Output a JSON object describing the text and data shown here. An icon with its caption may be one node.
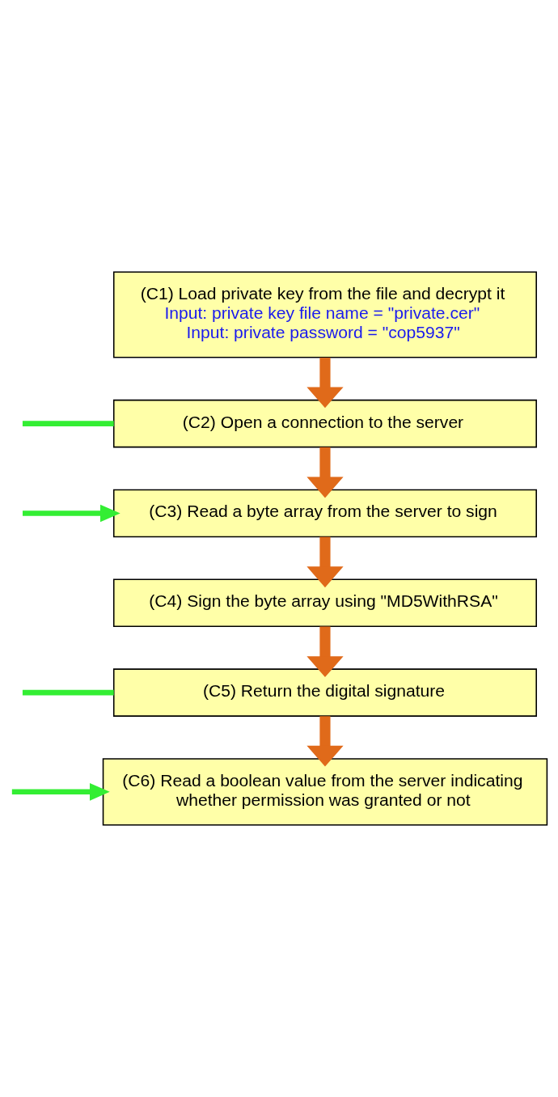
{
  "diagram": {
    "nodes": [
      {
        "text": [
          "(C1) Load private key from the file and decrypt it",
          "Input: private key file name = \"private.cer\"",
          "Input: private password = \"cop5937\""
        ]
      },
      {
        "text": [
          "(C2) Open a connection to the server"
        ]
      },
      {
        "text": [
          "(C3) Read a byte array from the server to sign"
        ]
      },
      {
        "text": [
          "(C4) Sign the byte array using \"MD5WithRSA\""
        ]
      },
      {
        "text": [
          "(C5) Return the digital signature"
        ]
      },
      {
        "text": [
          "(C6) Read a boolean value from the server indicating whether permission was granted or not"
        ]
      }
    ],
    "edges": [
      {
        "from": 0,
        "to": 1,
        "arrow": "to"
      },
      {
        "from": 1,
        "to": 2,
        "arrow": "to"
      },
      {
        "from": 2,
        "to": 3,
        "arrow": "to"
      },
      {
        "from": 3,
        "to": 4,
        "arrow": "to"
      },
      {
        "from": 4,
        "to": 5,
        "arrow": "to"
      },
      {
        "from": 1,
        "to": null,
        "arrow": "none",
        "color": "#33ee33"
      },
      {
        "from": null,
        "to": 2,
        "arrow": "to",
        "color": "#33ee33"
      },
      {
        "from": 4,
        "to": null,
        "arrow": "none",
        "color": "#33ee33"
      },
      {
        "from": null,
        "to": 5,
        "arrow": "to",
        "color": "#33ee33"
      }
    ]
  }
}
